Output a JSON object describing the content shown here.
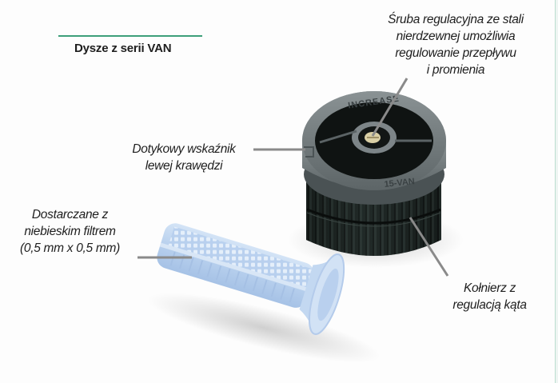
{
  "title": "Dysze z serii VAN",
  "callouts": {
    "screw": {
      "lines": [
        "Śruba regulacyjna ze stali",
        "nierdzewnej umożliwia",
        "regulowanie przepływu",
        "i promienia"
      ]
    },
    "edge_indicator": {
      "lines": [
        "Dotykowy wskaźnik",
        "lewej krawędzi"
      ]
    },
    "filter": {
      "lines": [
        "Dostarczane z",
        "niebieskim filtrem",
        "(0,5 mm x 0,5 mm)"
      ]
    },
    "collar": {
      "lines": [
        "Kołnierz z",
        "regulacją kąta"
      ]
    }
  },
  "nozzle_markings": {
    "top_ring": "INCREASE",
    "bottom_ring": "15-VAN"
  },
  "colors": {
    "accent_rule": "#3e9f7a",
    "leader_line": "#8a8a8a",
    "nozzle_body": "#1d2422",
    "nozzle_cap": "#6e7678",
    "filter_blue": "#bcd4ef"
  }
}
